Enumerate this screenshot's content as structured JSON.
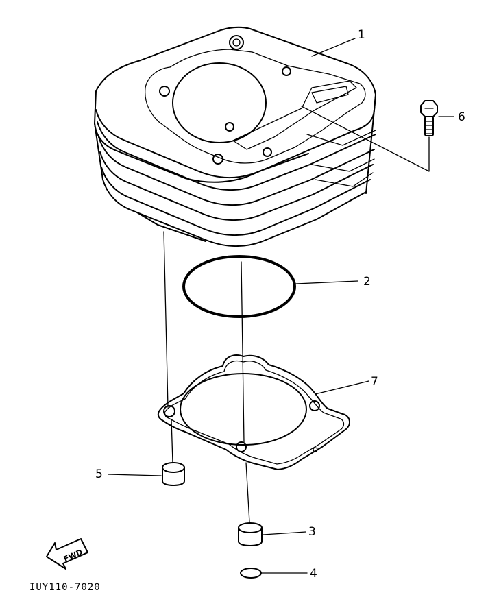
{
  "callouts": [
    {
      "id": "1",
      "label": "1"
    },
    {
      "id": "2",
      "label": "2"
    },
    {
      "id": "3",
      "label": "3"
    },
    {
      "id": "4",
      "label": "4"
    },
    {
      "id": "5",
      "label": "5"
    },
    {
      "id": "6",
      "label": "6"
    },
    {
      "id": "7",
      "label": "7"
    }
  ],
  "direction_badge": "FWD",
  "diagram_code": "IUY110-7020"
}
